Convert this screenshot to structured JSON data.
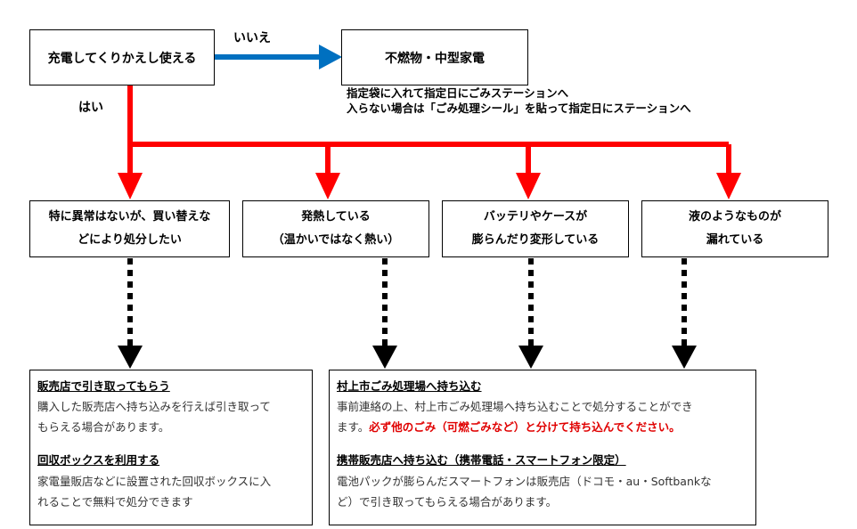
{
  "start": {
    "label": "充電してくりかえし使える"
  },
  "no_label": "いいえ",
  "yes_label": "はい",
  "no_box": {
    "label": "不燃物・中型家電"
  },
  "no_note": {
    "line1": "指定袋に入れて指定日にごみステーションへ",
    "line2": "入らない場合は「ごみ処理シール」を貼って指定日にステーションへ"
  },
  "conditions": [
    {
      "line1": "特に異常はないが、買い替えな",
      "line2": "どにより処分したい"
    },
    {
      "line1": "発熱している",
      "line2": "（温かいではなく熱い）"
    },
    {
      "line1": "バッテリやケースが",
      "line2": "膨らんだり変形している"
    },
    {
      "line1": "液のようなものが",
      "line2": "漏れている"
    }
  ],
  "left_result": {
    "sec1": {
      "heading": "販売店で引き取ってもらう",
      "l1": "購入した販売店へ持ち込みを行えば引き取って",
      "l2": "もらえる場合があります。"
    },
    "sec2": {
      "heading": "回収ボックスを利用する",
      "l1": "家電量販店などに設置された回収ボックスに入",
      "l2": "れることで無料で処分できます"
    }
  },
  "right_result": {
    "sec1": {
      "heading": "村上市ごみ処理場へ持ち込む",
      "l1": "事前連絡の上、村上市ごみ処理場へ持ち込むことで処分することができ",
      "l2a": "ます。",
      "l2b": "必ず他のごみ（可燃ごみなど）と分けて持ち込んでください。"
    },
    "sec2": {
      "heading": "携帯販売店へ持ち込む（携帯電話・スマートフォン限定）",
      "l1": "電池パックが膨らんだスマートフォンは販売店（ドコモ・au・Softbankな",
      "l2": "ど）で引き取ってもらえる場合があります。"
    }
  },
  "colors": {
    "yes": "#ff0000",
    "no": "#0070c0",
    "emphasis": "#e00000"
  }
}
